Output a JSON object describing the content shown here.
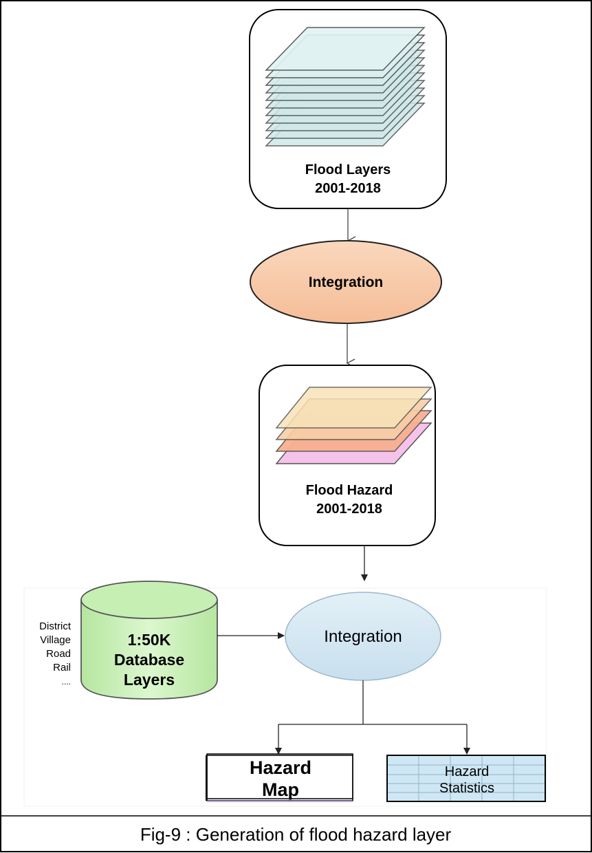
{
  "nodes": {
    "flood_layers": {
      "line1": "Flood Layers",
      "line2": "2001-2018"
    },
    "integration_1": {
      "label": "Integration"
    },
    "flood_hazard": {
      "line1": "Flood Hazard",
      "line2": "2001-2018"
    },
    "database": {
      "line1": "1:50K",
      "line2": "Database",
      "line3": "Layers"
    },
    "integration_2": {
      "label": "Integration"
    },
    "hazard_map": {
      "line1": "Hazard",
      "line2": "Map"
    },
    "hazard_statistics": {
      "line1": "Hazard",
      "line2": "Statistics"
    }
  },
  "database_inputs": [
    "District",
    "Village",
    "Road",
    "Rail",
    "...."
  ],
  "caption": "Fig-9 : Generation of flood hazard layer",
  "colors": {
    "integration_1_fill": "#f8cba9",
    "integration_2_fill": "#d6e8f2",
    "database_fill": "#c8efb6",
    "flood_layer_fill": "#c9e6e6",
    "hazard_layer_colors": [
      "#f4c2ea",
      "#f7ae8c",
      "#f7d3a6",
      "#f6e2b4"
    ],
    "statistics_fill": "#c9e4f2"
  }
}
